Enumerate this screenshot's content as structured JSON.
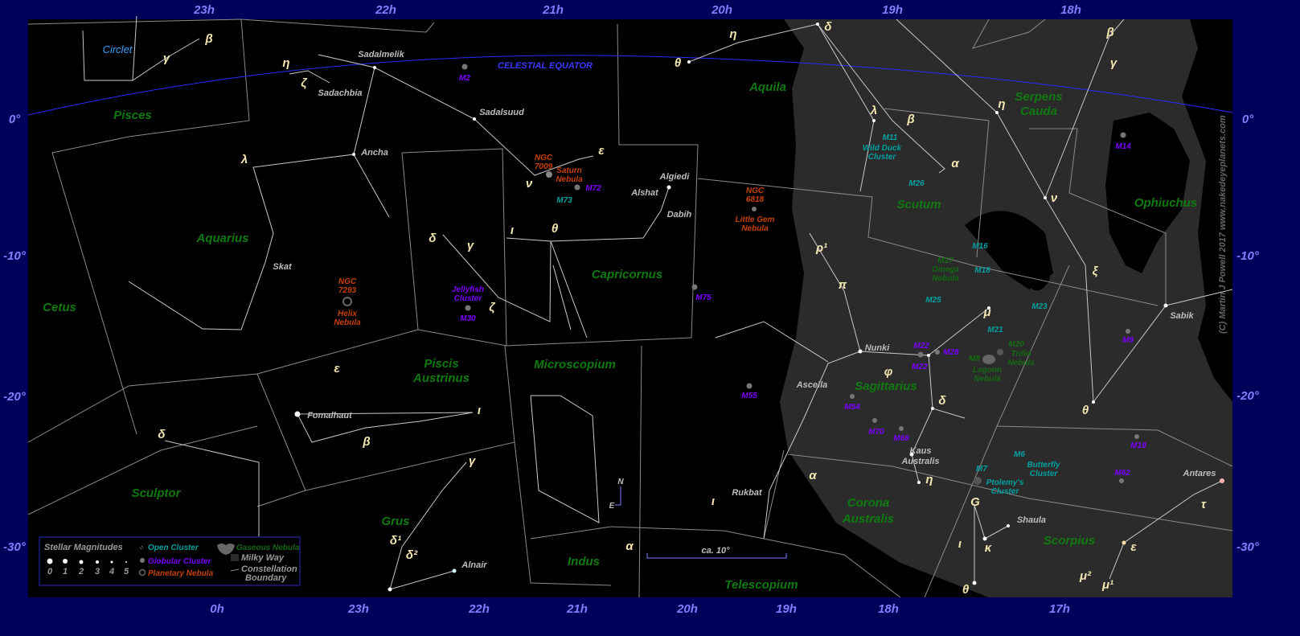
{
  "axis": {
    "top": [
      "23h",
      "22h",
      "21h",
      "20h",
      "19h",
      "18h"
    ],
    "bottom": [
      "0h",
      "23h",
      "22h",
      "21h",
      "20h",
      "19h",
      "18h",
      "17h"
    ],
    "left": [
      "0°",
      "-10°",
      "-20°",
      "-30°"
    ],
    "right": [
      "0°",
      "-10°",
      "-20°",
      "-30°"
    ]
  },
  "celestial_equator": "CELESTIAL EQUATOR",
  "constellations": [
    "Pisces",
    "Aquarius",
    "Cetus",
    "Piscis",
    "Austrinus",
    "Sculptor",
    "Grus",
    "Indus",
    "Microscopium",
    "Capricornus",
    "Aquila",
    "Scutum",
    "Serpens",
    "Cauda",
    "Ophiuchus",
    "Sagittarius",
    "Corona",
    "Australis",
    "Scorpius",
    "Telescopium"
  ],
  "asterism": "Circlet",
  "stars": [
    "Sadalmelik",
    "Sadachbia",
    "Sadalsuud",
    "Ancha",
    "Skat",
    "Algiedi",
    "Alshat",
    "Dabih",
    "Fomalhaut",
    "Alnair",
    "Nunki",
    "Ascella",
    "Kaus",
    "Australis",
    "Rukbat",
    "Shaula",
    "Sabik",
    "Antares"
  ],
  "greek": [
    "β",
    "γ",
    "η",
    "ζ",
    "λ",
    "δ",
    "γ",
    "ι",
    "θ",
    "ζ",
    "ν",
    "ε",
    "η",
    "θ",
    "δ",
    "λ",
    "β",
    "α",
    "η",
    "β",
    "γ",
    "ν",
    "ξ",
    "ρ¹",
    "π",
    "μ",
    "φ",
    "δ",
    "η",
    "θ",
    "ε",
    "ι",
    "β",
    "δ",
    "γ",
    "δ¹",
    "δ²",
    "α",
    "α",
    "ι",
    "G",
    "ι",
    "κ",
    "θ",
    "ε",
    "τ",
    "μ²",
    "μ¹"
  ],
  "deep_sky": {
    "M2": "M2",
    "NGC7009": [
      "NGC",
      "7009"
    ],
    "saturn": [
      "Saturn",
      "Nebula"
    ],
    "M72": "M72",
    "M73": "M73",
    "NGC6818": [
      "NGC",
      "6818"
    ],
    "littlegem": [
      "Little Gem",
      "Nebula"
    ],
    "NGC7293": [
      "NGC",
      "7293"
    ],
    "helix": [
      "Helix",
      "Nebula"
    ],
    "jelly": [
      "Jellyfish",
      "Cluster"
    ],
    "M30": "M30",
    "M75": "M75",
    "M55": "M55",
    "M54": "M54",
    "M70": "M70",
    "M69": "M69",
    "M22a": "M22",
    "M22b": "M22",
    "M28": "M28",
    "M8": "M8",
    "lagoon": [
      "Lagoon",
      "Nebula"
    ],
    "M20": "M20",
    "trifid": [
      "Trifid",
      "Nebula"
    ],
    "M21": "M21",
    "M23": "M23",
    "M25": "M25",
    "M17": "M17",
    "omega": [
      "Omega",
      "Nebula"
    ],
    "M18": "M18",
    "M16": "M16",
    "M11": "M11",
    "wildduck": [
      "Wild Duck",
      "Cluster"
    ],
    "M26": "M26",
    "M14": "M14",
    "M9": "M9",
    "M19": "M19",
    "M62": "M62",
    "M6": "M6",
    "butterfly": [
      "Butterfly",
      "Cluster"
    ],
    "M7": "M7",
    "ptolemy": [
      "Ptolemy's",
      "Cluster"
    ]
  },
  "scale": "ca. 10°",
  "compass": {
    "n": "N",
    "e": "E"
  },
  "copyright": "(C) Martin J Powell  2017   www.nakedeyeplanets.com",
  "legend": {
    "title": "Stellar Magnitudes",
    "mags": [
      "0",
      "1",
      "2",
      "3",
      "4",
      "5"
    ],
    "open": "Open Cluster",
    "globular": "Globular Cluster",
    "planetary": "Planetary Nebula",
    "gaseous": "Gaseous Nebula",
    "milky": "Milky Way",
    "boundary": [
      "Constellation",
      "Boundary"
    ]
  },
  "colors": {
    "frame": "#00005a",
    "open": "#00a0a0",
    "globular": "#7a00ff",
    "planetary": "#c84000",
    "gaseous": "#126a12",
    "constellation": "#0f7a0f",
    "axis": "#7f7fff"
  }
}
